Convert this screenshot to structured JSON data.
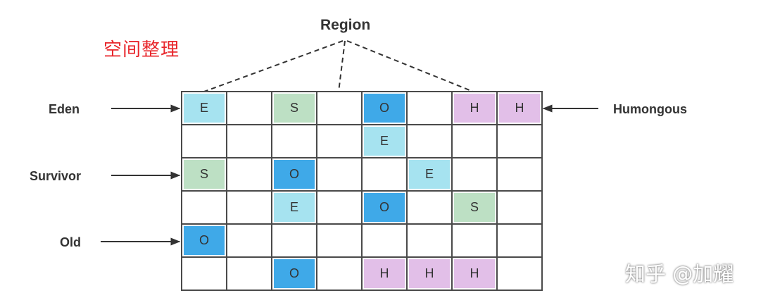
{
  "title": "空间整理",
  "region_label": "Region",
  "labels": {
    "eden": "Eden",
    "survivor": "Survivor",
    "old": "Old",
    "humongous": "Humongous"
  },
  "watermark": "知乎 @加耀",
  "colors": {
    "E": "#a6e3f0",
    "S": "#bde0c4",
    "O": "#3fa9e8",
    "H": "#e2bfe8",
    "title": "#e8262b",
    "grid_line": "#4a4a4a"
  },
  "grid": [
    [
      "E",
      "",
      "S",
      "",
      "O",
      "",
      "H",
      "H"
    ],
    [
      "",
      "",
      "",
      "",
      "E",
      "",
      "",
      ""
    ],
    [
      "S",
      "",
      "O",
      "",
      "",
      "E",
      "",
      ""
    ],
    [
      "",
      "",
      "E",
      "",
      "O",
      "",
      "S",
      ""
    ],
    [
      "O",
      "",
      "",
      "",
      "",
      "",
      "",
      ""
    ],
    [
      "",
      "",
      "O",
      "",
      "H",
      "H",
      "H",
      ""
    ]
  ]
}
